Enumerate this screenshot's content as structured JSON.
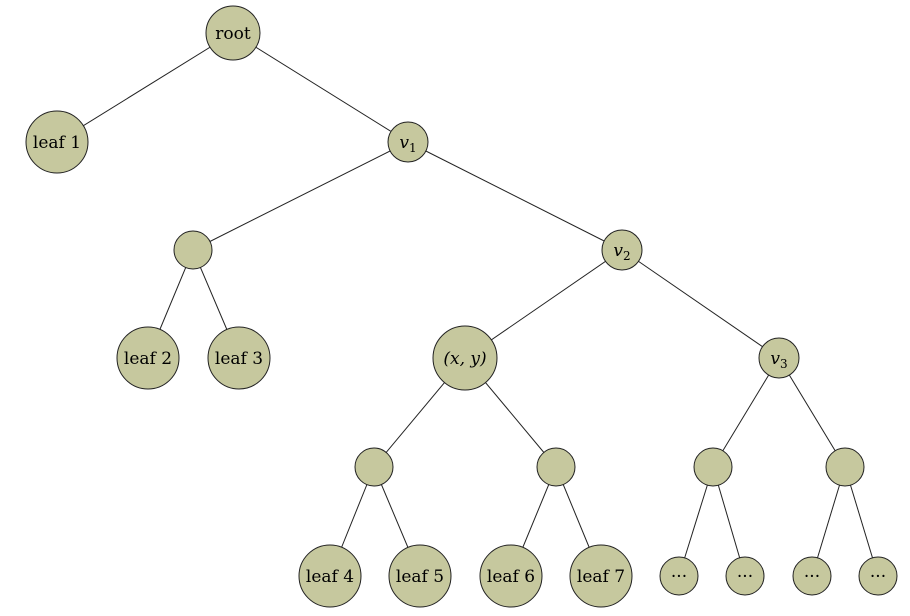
{
  "diagram": {
    "type": "tree",
    "fill_color": "#c6c89e",
    "stroke_color": "#222222",
    "nodes": [
      {
        "id": "root",
        "label": "root"
      },
      {
        "id": "leaf1",
        "label": "leaf 1"
      },
      {
        "id": "v1",
        "label": "v",
        "sub": "1",
        "math": true
      },
      {
        "id": "n1",
        "label": ""
      },
      {
        "id": "v2",
        "label": "v",
        "sub": "2",
        "math": true
      },
      {
        "id": "leaf2",
        "label": "leaf 2"
      },
      {
        "id": "leaf3",
        "label": "leaf 3"
      },
      {
        "id": "xy",
        "label": "(x, y)",
        "math": true
      },
      {
        "id": "v3",
        "label": "v",
        "sub": "3",
        "math": true
      },
      {
        "id": "n2",
        "label": ""
      },
      {
        "id": "n3",
        "label": ""
      },
      {
        "id": "n4",
        "label": ""
      },
      {
        "id": "n5",
        "label": ""
      },
      {
        "id": "leaf4",
        "label": "leaf 4"
      },
      {
        "id": "leaf5",
        "label": "leaf 5"
      },
      {
        "id": "leaf6",
        "label": "leaf 6"
      },
      {
        "id": "leaf7",
        "label": "leaf 7"
      },
      {
        "id": "e1",
        "label": "···"
      },
      {
        "id": "e2",
        "label": "···"
      },
      {
        "id": "e3",
        "label": "···"
      },
      {
        "id": "e4",
        "label": "···"
      }
    ],
    "edges": [
      [
        "root",
        "leaf1"
      ],
      [
        "root",
        "v1"
      ],
      [
        "v1",
        "n1"
      ],
      [
        "v1",
        "v2"
      ],
      [
        "n1",
        "leaf2"
      ],
      [
        "n1",
        "leaf3"
      ],
      [
        "v2",
        "xy"
      ],
      [
        "v2",
        "v3"
      ],
      [
        "xy",
        "n2"
      ],
      [
        "xy",
        "n3"
      ],
      [
        "v3",
        "n4"
      ],
      [
        "v3",
        "n5"
      ],
      [
        "n2",
        "leaf4"
      ],
      [
        "n2",
        "leaf5"
      ],
      [
        "n3",
        "leaf6"
      ],
      [
        "n3",
        "leaf7"
      ],
      [
        "n4",
        "e1"
      ],
      [
        "n4",
        "e2"
      ],
      [
        "n5",
        "e3"
      ],
      [
        "n5",
        "e4"
      ]
    ]
  }
}
